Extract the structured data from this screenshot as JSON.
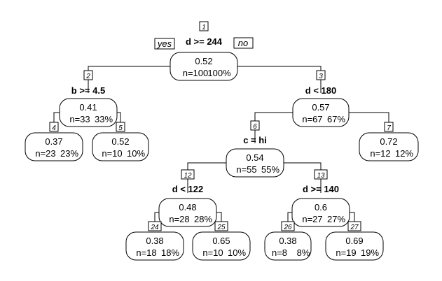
{
  "tree": {
    "yes_label": "yes",
    "no_label": "no",
    "nodes": [
      {
        "id": "1",
        "split": "d >= 244",
        "value": "0.52",
        "n": "n=100",
        "pct": "100%"
      },
      {
        "id": "2",
        "split": "b >= 4.5",
        "value": "0.41",
        "n": "n=33",
        "pct": "33%"
      },
      {
        "id": "3",
        "split": "d < 180",
        "value": "0.57",
        "n": "n=67",
        "pct": "67%"
      },
      {
        "id": "4",
        "split": "",
        "value": "0.37",
        "n": "n=23",
        "pct": "23%"
      },
      {
        "id": "5",
        "split": "",
        "value": "0.52",
        "n": "n=10",
        "pct": "10%"
      },
      {
        "id": "6",
        "split": "c = hi",
        "value": "0.54",
        "n": "n=55",
        "pct": "55%"
      },
      {
        "id": "7",
        "split": "",
        "value": "0.72",
        "n": "n=12",
        "pct": "12%"
      },
      {
        "id": "12",
        "split": "d < 122",
        "value": "0.48",
        "n": "n=28",
        "pct": "28%"
      },
      {
        "id": "13",
        "split": "d >= 140",
        "value": "0.6",
        "n": "n=27",
        "pct": "27%"
      },
      {
        "id": "24",
        "split": "",
        "value": "0.38",
        "n": "n=18",
        "pct": "18%"
      },
      {
        "id": "25",
        "split": "",
        "value": "0.65",
        "n": "n=10",
        "pct": "10%"
      },
      {
        "id": "26",
        "split": "",
        "value": "0.38",
        "n": "n=8",
        "pct": "8%"
      },
      {
        "id": "27",
        "split": "",
        "value": "0.69",
        "n": "n=19",
        "pct": "19%"
      }
    ],
    "edges": [
      [
        "1",
        "2"
      ],
      [
        "1",
        "3"
      ],
      [
        "2",
        "4"
      ],
      [
        "2",
        "5"
      ],
      [
        "3",
        "6"
      ],
      [
        "3",
        "7"
      ],
      [
        "6",
        "12"
      ],
      [
        "6",
        "13"
      ],
      [
        "12",
        "24"
      ],
      [
        "12",
        "25"
      ],
      [
        "13",
        "26"
      ],
      [
        "13",
        "27"
      ]
    ]
  }
}
